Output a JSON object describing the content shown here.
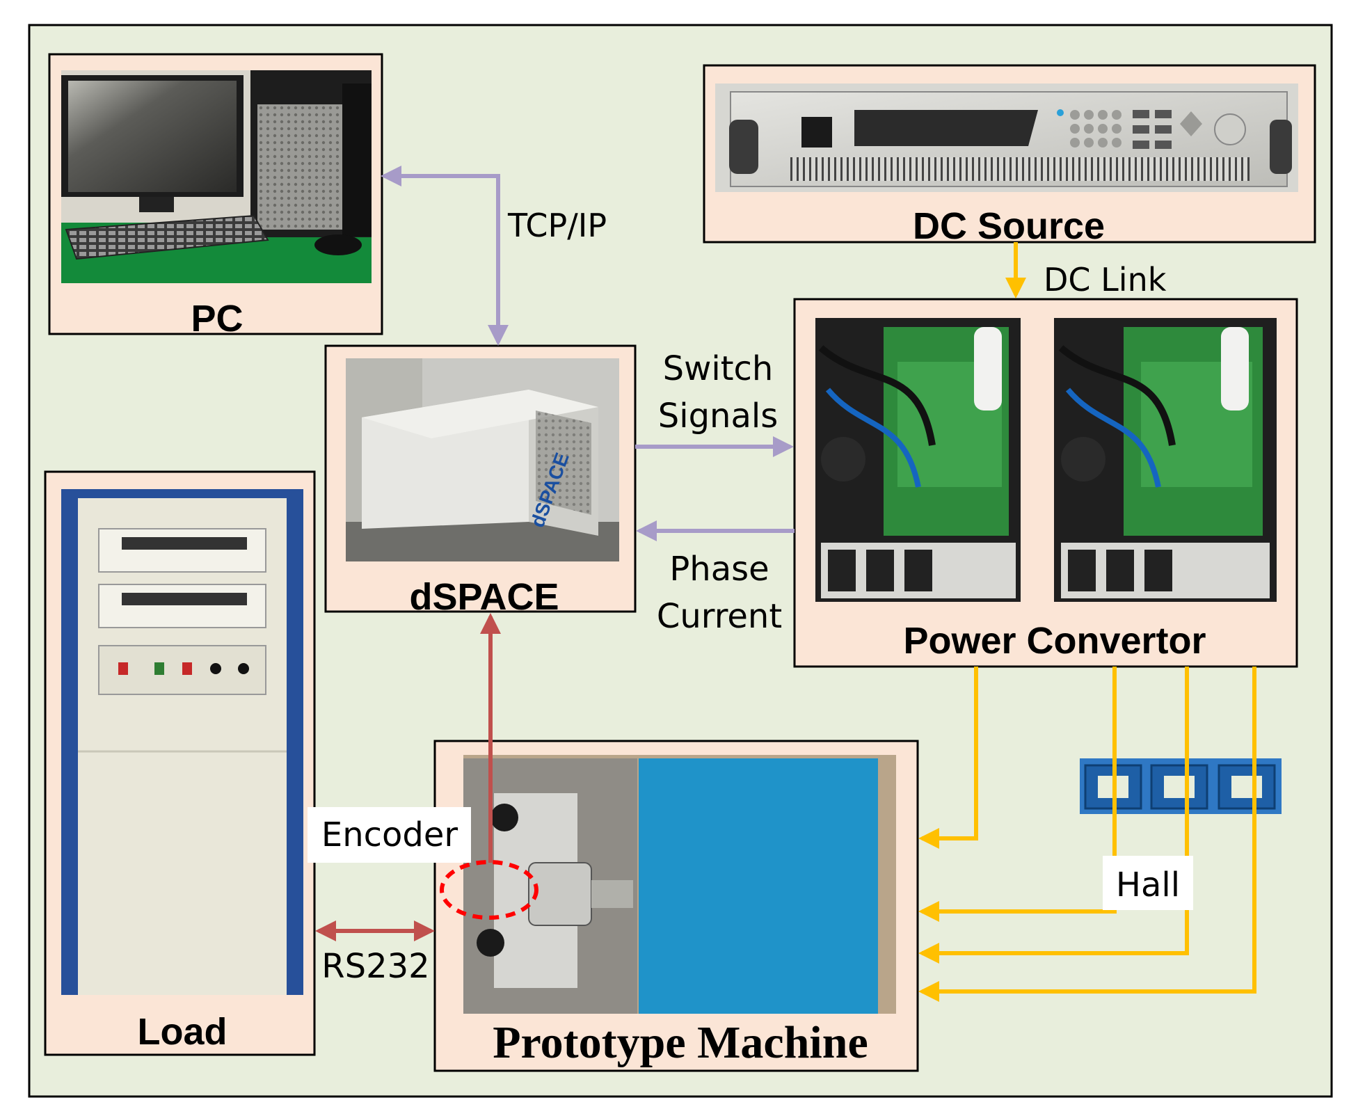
{
  "blocks": {
    "pc": "PC",
    "dspace": "dSPACE",
    "dc_source": "DC Source",
    "power_convertor": "Power Convertor",
    "load": "Load",
    "prototype_machine": "Prototype Machine"
  },
  "photo_text": {
    "dspace_brand": "dSPACE"
  },
  "edges": {
    "tcp_ip": "TCP/IP",
    "dc_link": "DC Link",
    "switch_signals_1": "Switch",
    "switch_signals_2": "Signals",
    "phase_current_1": "Phase",
    "phase_current_2": "Current",
    "encoder": "Encoder",
    "rs232": "RS232",
    "hall": "Hall"
  },
  "colors": {
    "background": "#e8eedc",
    "panel": "#fbe5d6",
    "purple_arrow": "#a79bc8",
    "red_arrow": "#c0504d",
    "yellow_line": "#ffc000",
    "encoder_ring": "#ff0000"
  }
}
